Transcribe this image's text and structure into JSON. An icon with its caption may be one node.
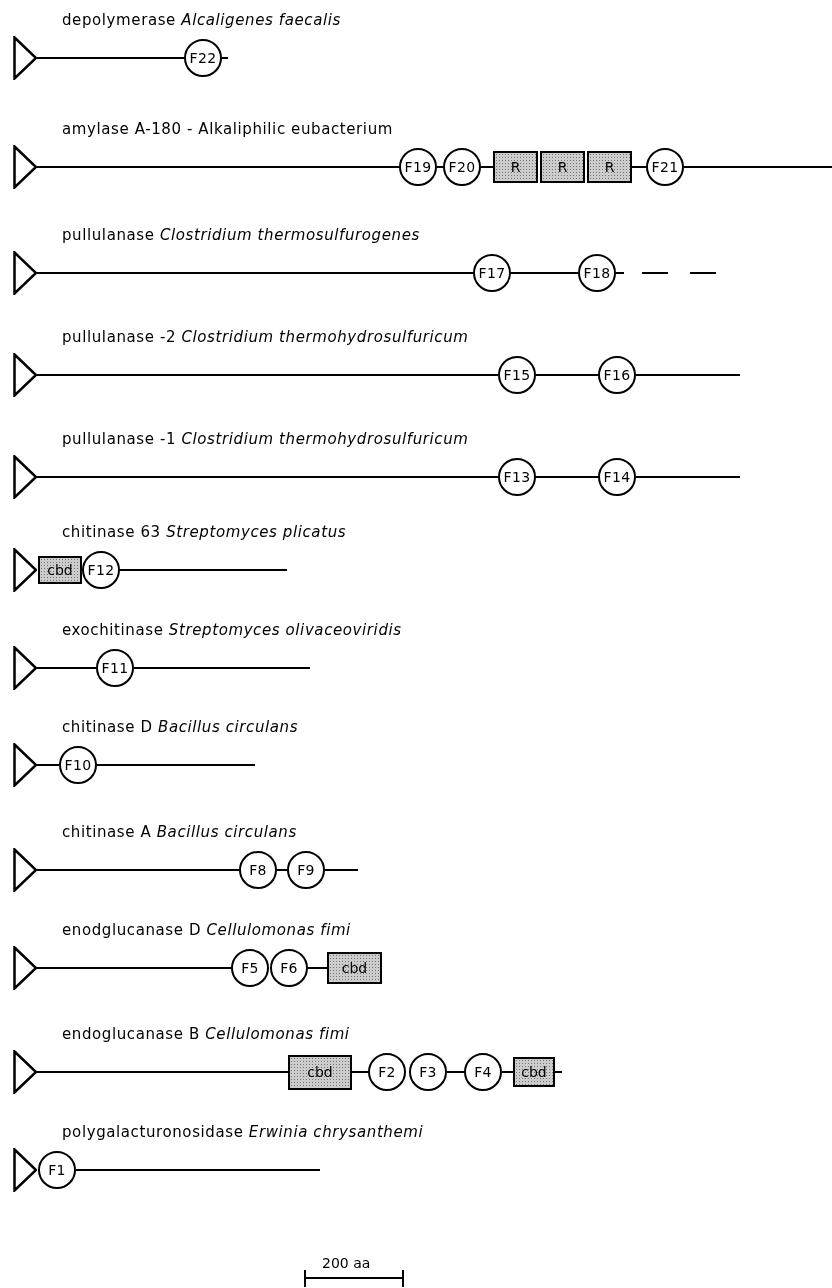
{
  "diagram": {
    "nodes": [
      {
        "text": [],
        "shape": "triangle"
      },
      {
        "text": [
          "F22"
        ]
      },
      {
        "text": [],
        "shape": "triangle"
      },
      {
        "text": [
          "F19"
        ]
      },
      {
        "text": [
          "F20"
        ]
      },
      {
        "text": [
          "R"
        ]
      },
      {
        "text": [
          "R"
        ]
      },
      {
        "text": [
          "R"
        ]
      },
      {
        "text": [
          "F21"
        ]
      },
      {
        "text": [],
        "shape": "triangle"
      },
      {
        "text": [
          "F17"
        ]
      },
      {
        "text": [
          "F18"
        ]
      },
      {
        "text": [],
        "shape": "triangle"
      },
      {
        "text": [
          "F15"
        ]
      },
      {
        "text": [
          "F16"
        ]
      },
      {
        "text": [],
        "shape": "triangle"
      },
      {
        "text": [
          "F13"
        ]
      },
      {
        "text": [
          "F14"
        ]
      },
      {
        "text": [],
        "shape": "triangle"
      },
      {
        "text": [
          "cbd"
        ]
      },
      {
        "text": [
          "F12"
        ]
      },
      {
        "text": [],
        "shape": "triangle"
      },
      {
        "text": [
          "F11"
        ]
      },
      {
        "text": [],
        "shape": "triangle"
      },
      {
        "text": [
          "F10"
        ]
      },
      {
        "text": [],
        "shape": "triangle"
      },
      {
        "text": [
          "F8"
        ]
      },
      {
        "text": [
          "F9"
        ]
      },
      {
        "text": [],
        "shape": "triangle"
      },
      {
        "text": [
          "F5"
        ]
      },
      {
        "text": [
          "F6"
        ]
      },
      {
        "text": [
          "cbd"
        ]
      },
      {
        "text": [],
        "shape": "triangle"
      },
      {
        "text": [
          "cbd"
        ]
      },
      {
        "text": [
          "F2"
        ]
      },
      {
        "text": [
          "F3"
        ]
      },
      {
        "text": [
          "F4"
        ]
      },
      {
        "text": [
          "cbd"
        ]
      },
      {
        "text": [],
        "shape": "triangle"
      },
      {
        "text": [
          "F1"
        ]
      }
    ],
    "edges": [
      {
        "from": 0,
        "to": 1,
        "arrow": "none"
      },
      {
        "from": 1,
        "to": null,
        "arrow": "none"
      },
      {
        "from": 2,
        "to": 3,
        "arrow": "none"
      },
      {
        "from": 3,
        "to": 4,
        "arrow": "none"
      },
      {
        "from": 4,
        "to": 5,
        "arrow": "none"
      },
      {
        "from": 7,
        "to": 8,
        "arrow": "none"
      },
      {
        "from": 8,
        "to": null,
        "arrow": "none"
      },
      {
        "from": 9,
        "to": 10,
        "arrow": "none"
      },
      {
        "from": 10,
        "to": 11,
        "arrow": "none"
      },
      {
        "from": 11,
        "to": null,
        "arrow": "none",
        "style": "dashed"
      },
      {
        "from": 12,
        "to": 13,
        "arrow": "none"
      },
      {
        "from": 13,
        "to": 14,
        "arrow": "none"
      },
      {
        "from": 14,
        "to": null,
        "arrow": "none"
      },
      {
        "from": 15,
        "to": 16,
        "arrow": "none"
      },
      {
        "from": 16,
        "to": 17,
        "arrow": "none"
      },
      {
        "from": 17,
        "to": null,
        "arrow": "none"
      },
      {
        "from": 20,
        "to": null,
        "arrow": "none"
      },
      {
        "from": 21,
        "to": 22,
        "arrow": "none"
      },
      {
        "from": 22,
        "to": null,
        "arrow": "none"
      },
      {
        "from": 23,
        "to": 24,
        "arrow": "none"
      },
      {
        "from": 24,
        "to": null,
        "arrow": "none"
      },
      {
        "from": 25,
        "to": 26,
        "arrow": "none"
      },
      {
        "from": 26,
        "to": 27,
        "arrow": "none"
      },
      {
        "from": 27,
        "to": null,
        "arrow": "none"
      },
      {
        "from": 28,
        "to": 29,
        "arrow": "none"
      },
      {
        "from": 30,
        "to": 31,
        "arrow": "none"
      },
      {
        "from": 32,
        "to": 33,
        "arrow": "none"
      },
      {
        "from": 33,
        "to": 34,
        "arrow": "none"
      },
      {
        "from": 35,
        "to": 36,
        "arrow": "none"
      },
      {
        "from": 36,
        "to": 37,
        "arrow": "none"
      },
      {
        "from": 37,
        "to": null,
        "arrow": "none"
      },
      {
        "from": 39,
        "to": null,
        "arrow": "none"
      }
    ],
    "labels": [
      "depolymerase *Alcaligenes faecalis*",
      "amylase A-180 - Alkaliphilic eubacterium",
      "pullulanase *Clostridium thermosulfurogenes*",
      "pullulanase -2 *Clostridium thermohydrosulfuricum*",
      "pullulanase -1 *Clostridium thermohydrosulfuricum*",
      "chitinase 63 *Streptomyces plicatus*",
      "exochitinase *Streptomyces olivaceoviridis*",
      "chitinase D *Bacillus circulans*",
      "chitinase A *Bacillus circulans*",
      "enodglucanase D *Cellulomonas fimi*",
      "endoglucanase B *Cellulomonas fimi*",
      "polygalacturonosidase *Erwinia chrysanthemi*",
      "200 aa"
    ]
  }
}
